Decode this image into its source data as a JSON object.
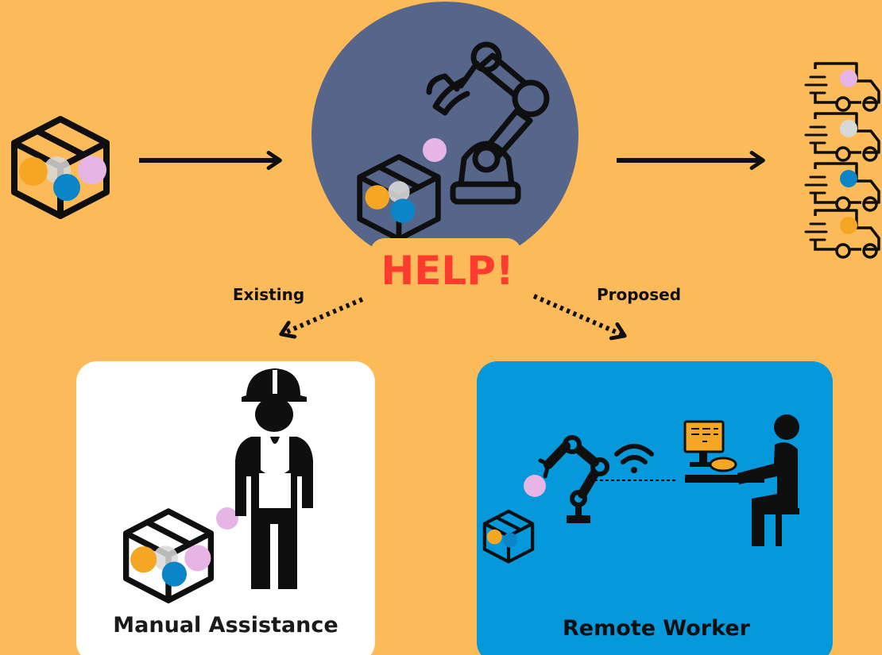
{
  "colors": {
    "background": "#FCBA59",
    "robot_circle": "#56658A",
    "outline": "#0F0F0F",
    "help_red": "#FF3B30",
    "dot_orange": "#F5A623",
    "dot_blue": "#0A86C8",
    "dot_pink": "#E6B5E6",
    "dot_grey": "#D8D8D8",
    "manual_panel": "#FFFFFF",
    "remote_panel": "#0599DC",
    "monitor_orange": "#F5A623"
  },
  "help_label": "HELP!",
  "existing_label": "Existing",
  "proposed_label": "Proposed",
  "manual_panel": {
    "title": "Manual Assistance"
  },
  "remote_panel": {
    "title": "Remote Worker"
  },
  "trucks": [
    {
      "icon": "delivery-truck-icon",
      "dot": "pink"
    },
    {
      "icon": "delivery-truck-icon",
      "dot": "grey"
    },
    {
      "icon": "delivery-truck-icon",
      "dot": "blue"
    },
    {
      "icon": "delivery-truck-icon",
      "dot": "orange"
    }
  ]
}
